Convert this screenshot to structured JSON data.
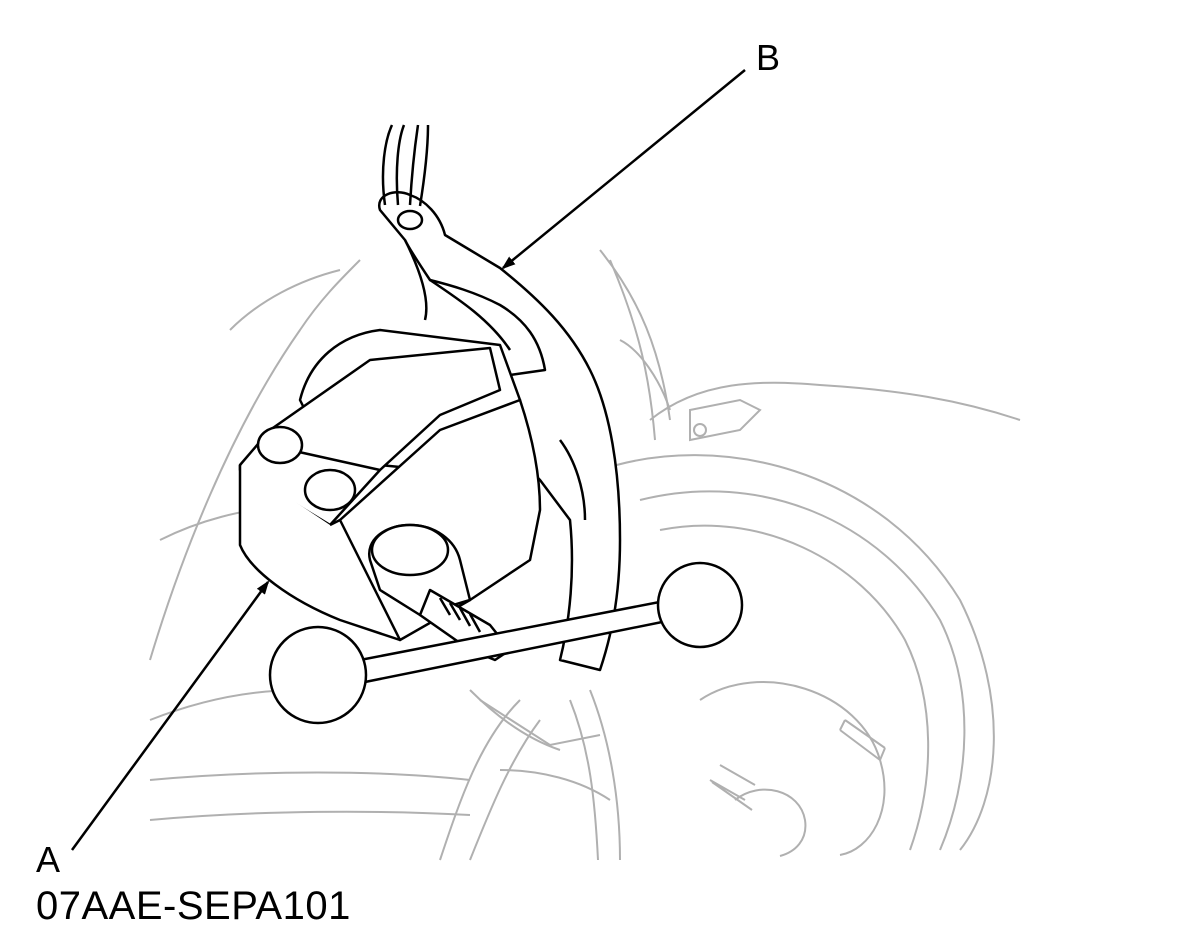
{
  "callouts": {
    "a": "A",
    "b": "B"
  },
  "part_number": "07AAE-SEPA101",
  "colors": {
    "foreground_line": "#000000",
    "background_line": "#b0b0b0"
  }
}
